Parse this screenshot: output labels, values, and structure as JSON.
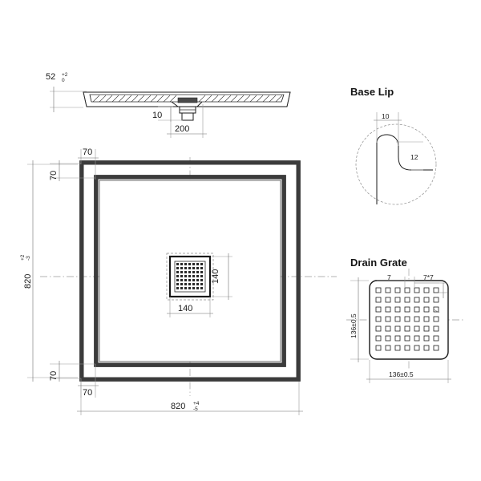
{
  "document": {
    "type": "technical-drawing",
    "subject": "Square shower base / tray",
    "background": "#ffffff",
    "line_color": "#1a1a1a",
    "dim_color": "#6f6f6f"
  },
  "sections": {
    "base_lip": {
      "title": "Base Lip"
    },
    "drain_grate": {
      "title": "Drain Grate"
    }
  },
  "cross_section": {
    "height_dim": {
      "value": "52",
      "tol_up": "+2",
      "tol_down": "0"
    },
    "drain_depth": "10",
    "drain_width": "200"
  },
  "plan_view": {
    "width_dim": {
      "value": "820",
      "tol_up": "+4",
      "tol_down": "-5"
    },
    "height_dim": {
      "value": "820",
      "tol_up": "+2",
      "tol_down": "-3"
    },
    "lip_top": "70",
    "lip_left_top": "70",
    "lip_bottom": "70",
    "lip_left_bottom": "70",
    "drain_width": "140",
    "drain_height": "140"
  },
  "base_lip_detail": {
    "width": "10",
    "height": "12"
  },
  "drain_grate_detail": {
    "width": "136±0.5",
    "height": "136±0.5",
    "hole_pitch": "7",
    "hole_size": "7*7",
    "hole_rows": 7,
    "hole_cols": 7
  }
}
